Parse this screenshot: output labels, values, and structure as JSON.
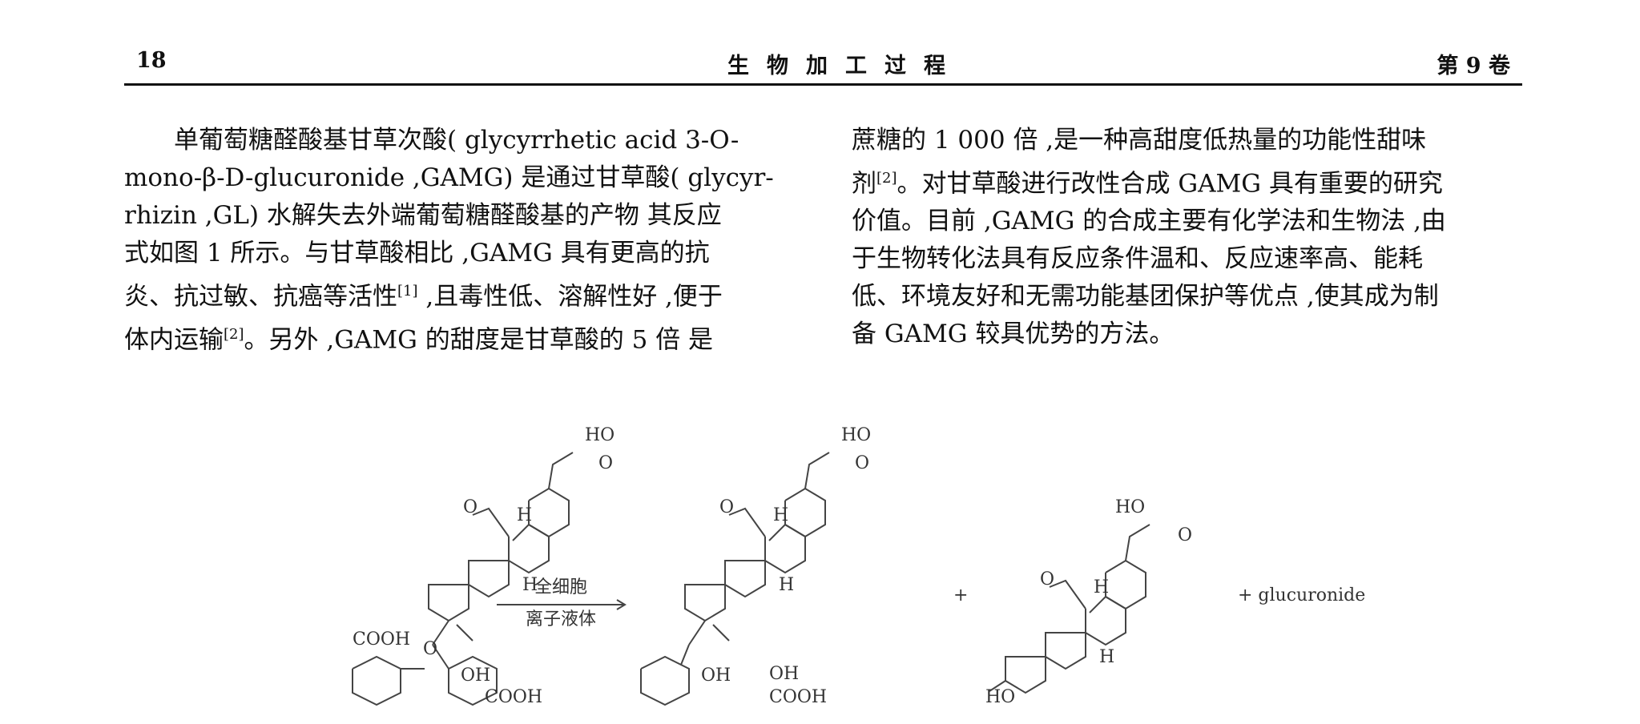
{
  "header": {
    "page_number": "18",
    "journal": "生物加工过程",
    "volume": "第 9 卷"
  },
  "left_column": {
    "lines": [
      "单葡萄糖醛酸基甘草次酸( glycyrrhetic acid 3-O-",
      "mono-β-D-glucuronide ,GAMG) 是通过甘草酸( glycyr-",
      "rhizin ,GL) 水解失去外端葡萄糖醛酸基的产物 其反应",
      "式如图 1 所示。与甘草酸相比 ,GAMG 具有更高的抗",
      "炎、抗过敏、抗癌等活性",
      " ,且毒性低、溶解性好 ,便于",
      "体内运输",
      "。另外 ,GAMG 的甜度是甘草酸的 5 倍 是"
    ],
    "refs": [
      "[1]",
      "[2]"
    ]
  },
  "right_column": {
    "lines": [
      "蔗糖的 1 000 倍 ,是一种高甜度低热量的功能性甜味",
      "剂",
      "。对甘草酸进行改性合成 GAMG 具有重要的研究",
      "价值。目前 ,GAMG 的合成主要有化学法和生物法 ,由",
      "于生物转化法具有反应条件温和、反应速率高、能耗",
      "低、环境友好和无需功能基团保护等优点 ,使其成为制",
      "备 GAMG 较具优势的方法。"
    ],
    "refs": [
      "[2]"
    ]
  },
  "figure": {
    "arrow_label_top": "全细胞",
    "arrow_label_bottom": "离子液体",
    "plus": "+",
    "plus_glucuronide": "+ glucuronide",
    "atoms": {
      "ho": "HO",
      "o": "O",
      "h": "H",
      "cooh": "COOH",
      "oh": "OH"
    }
  }
}
